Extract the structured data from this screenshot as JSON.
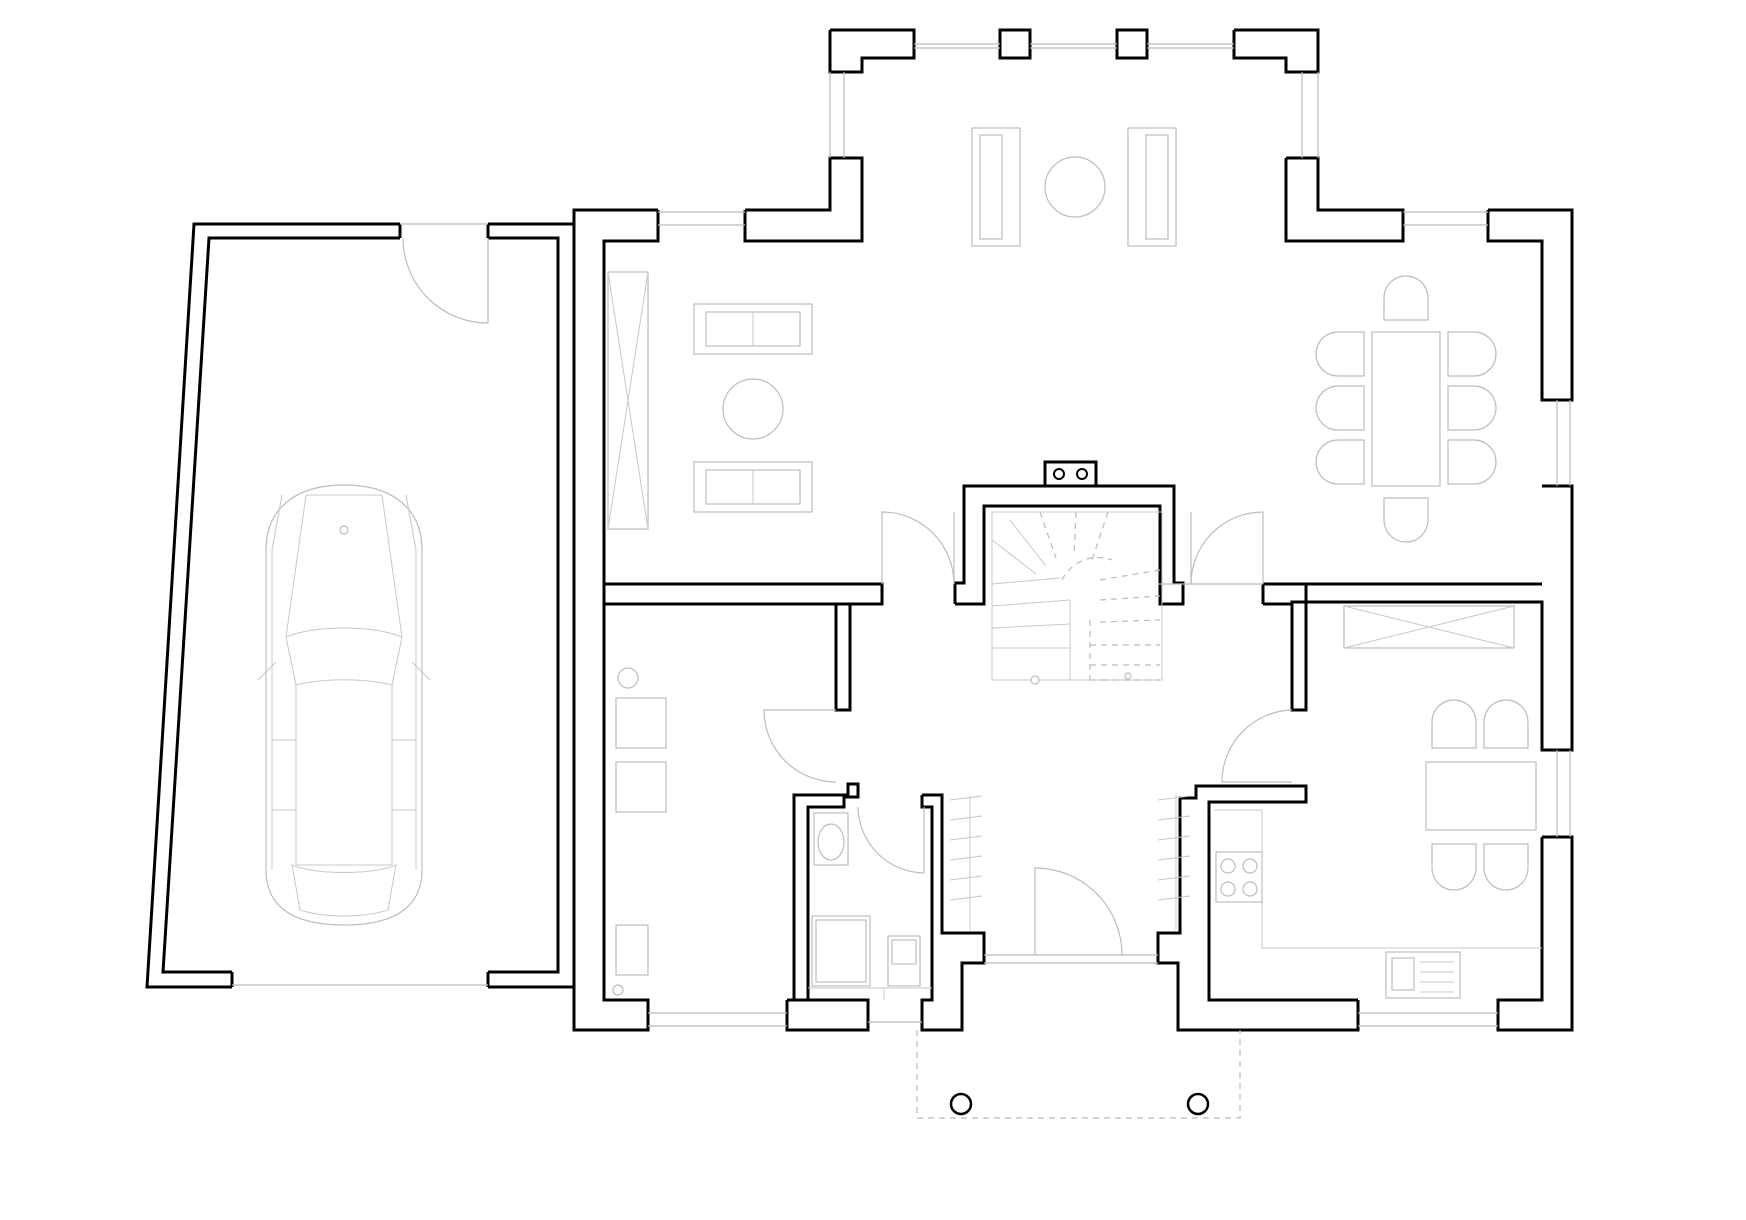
{
  "plan": {
    "kind": "floor-plan",
    "labels_printed": false,
    "colors": {
      "background": "#ffffff",
      "walls": "#000000",
      "furniture": "#bdbdbd"
    },
    "rooms": [
      {
        "id": "garage",
        "contains": [
          "car"
        ]
      },
      {
        "id": "living-room",
        "contains": [
          "sofa",
          "sofa",
          "round-coffee-table",
          "tv-unit"
        ]
      },
      {
        "id": "bay-sitting-area",
        "contains": [
          "armchair",
          "armchair",
          "round-table"
        ]
      },
      {
        "id": "dining-room",
        "contains": [
          "dining-table",
          "chair-8"
        ]
      },
      {
        "id": "hall",
        "contains": [
          "staircase"
        ]
      },
      {
        "id": "utility-room",
        "contains": [
          "boiler",
          "washer",
          "dryer",
          "cabinet"
        ]
      },
      {
        "id": "wc",
        "contains": [
          "toilet",
          "shower",
          "sink"
        ]
      },
      {
        "id": "kitchen",
        "contains": [
          "hob",
          "sink",
          "table",
          "chair-4",
          "wardrobe"
        ]
      },
      {
        "id": "porch",
        "contains": [
          "column",
          "column"
        ]
      }
    ]
  }
}
